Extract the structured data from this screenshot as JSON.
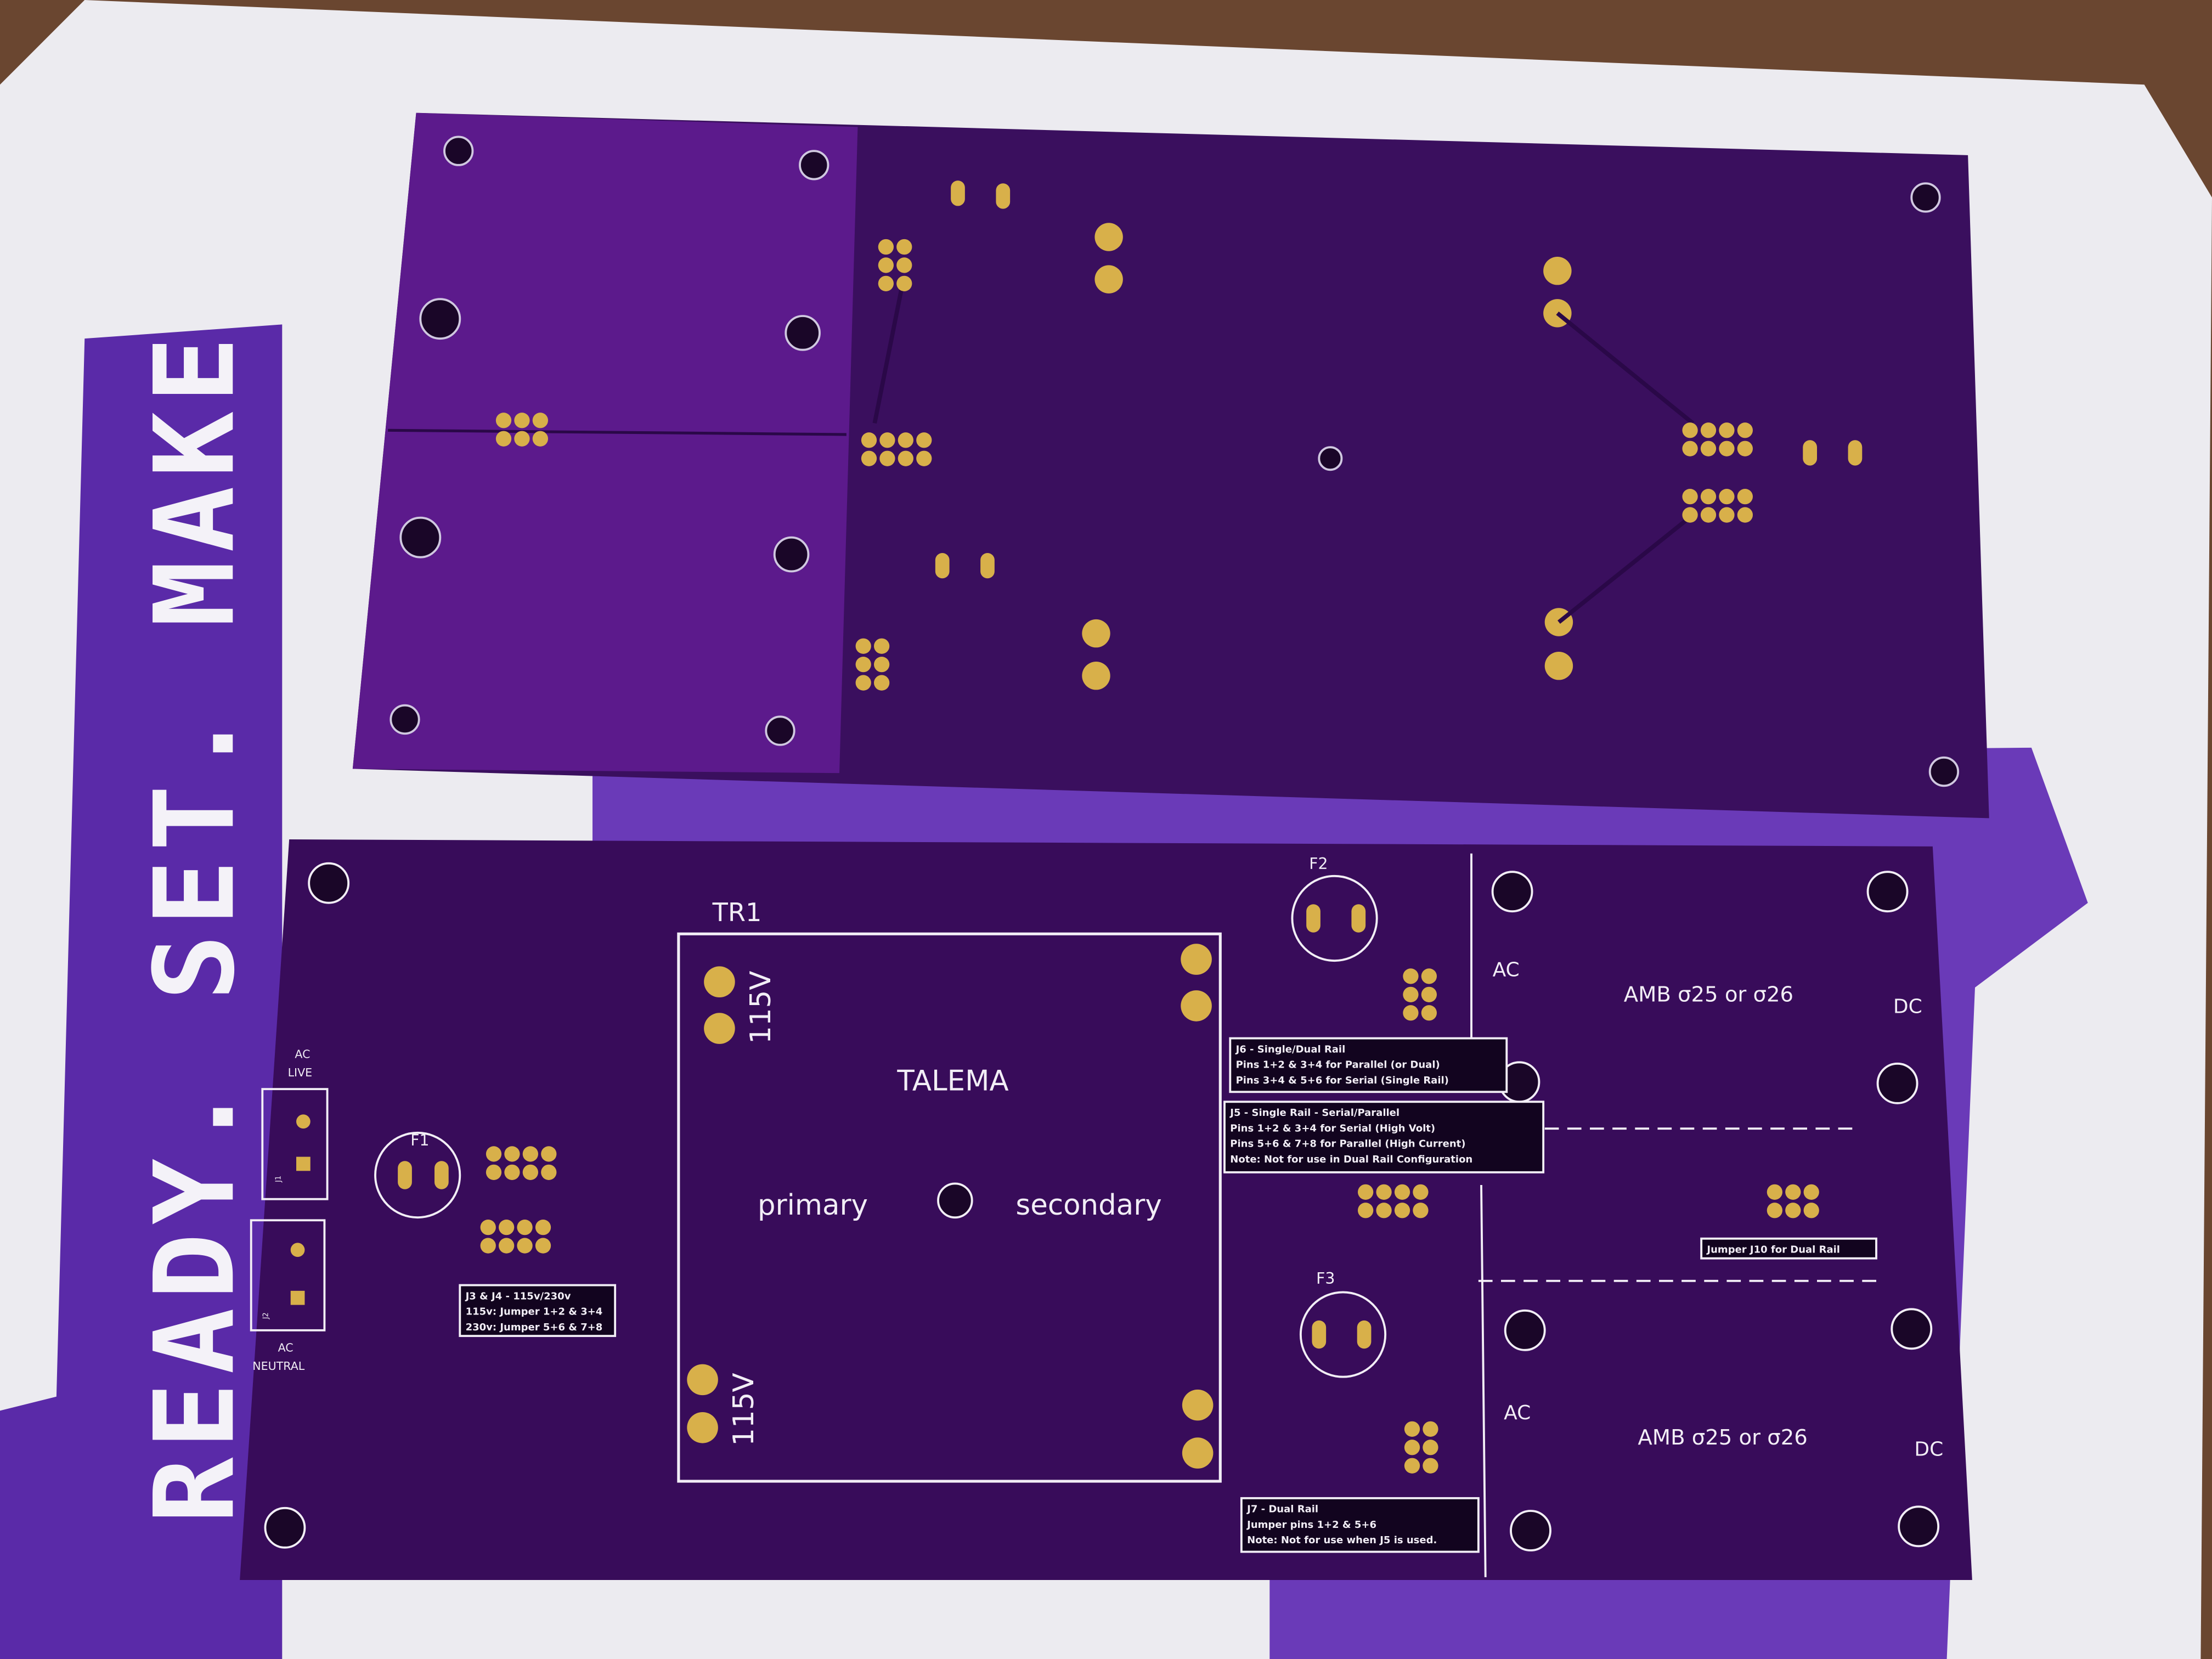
{
  "tape": {
    "slogan": "READY. SET. MAKE"
  },
  "colors": {
    "board": "#3a0f5e",
    "board_light": "#5c1a8c",
    "pad": "#d8b04a",
    "tape": "#5a2aa8",
    "silk": "#f2eef6",
    "paper": "#eeeef2"
  },
  "bottom_board": {
    "transformer_ref": "TR1",
    "transformer_brand": "TALEMA",
    "primary_label": "primary",
    "secondary_label": "secondary",
    "voltage_top": "115V",
    "voltage_bottom": "115V",
    "fuses": [
      "F1",
      "F2",
      "F3"
    ],
    "ac_live": [
      "AC",
      "LIVE"
    ],
    "ac_neutral": [
      "AC",
      "NEUTRAL"
    ],
    "j1": "J1",
    "j2": "J2",
    "ac_labels": [
      "AC",
      "AC"
    ],
    "dc_labels": [
      "DC",
      "DC"
    ],
    "amb_labels": [
      "AMB σ25 or σ26",
      "AMB σ25 or σ26"
    ],
    "j3_j4_note": [
      "J3 & J4 - 115v/230v",
      "115v: Jumper 1+2 & 3+4",
      "230v: Jumper 5+6 & 7+8"
    ],
    "j6_note": [
      "J6 - Single/Dual Rail",
      "Pins 1+2 & 3+4 for Parallel (or Dual)",
      "Pins 3+4 & 5+6 for Serial (Single Rail)"
    ],
    "j5_note": [
      "J5 - Single Rail - Serial/Parallel",
      "Pins 1+2 & 3+4 for Serial (High Volt)",
      "Pins 5+6 & 7+8 for Parallel (High Current)",
      "Note: Not for use in Dual Rail Configuration"
    ],
    "j7_note": [
      "J7 - Dual Rail",
      "Jumper pins 1+2 & 5+6",
      "Note: Not for use when J5 is used."
    ],
    "j10_note": "Jumper J10 for Dual Rail"
  }
}
